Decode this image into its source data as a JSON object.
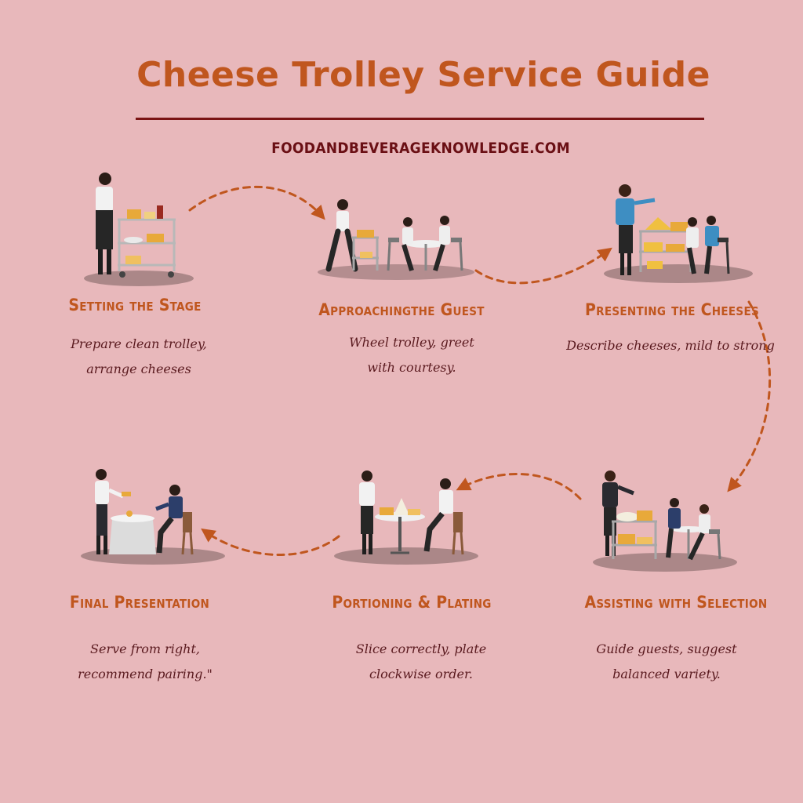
{
  "header": {
    "title": "Cheese Trolley Service Guide",
    "website": "FOODANDBEVERAGEKNOWLEDGE.COM"
  },
  "colors": {
    "background": "#e8b8bb",
    "title": "#c0561e",
    "rule": "#7a1414",
    "website": "#6a0f14",
    "description": "#5a1a1f",
    "arrow": "#c0561e"
  },
  "steps": [
    {
      "title": "Setting the Stage",
      "desc": [
        "Prepare clean trolley,",
        "arrange cheeses"
      ],
      "icon": "trolley-setup-icon"
    },
    {
      "title": "Approachingthe Guest",
      "desc": [
        "Wheel trolley, greet",
        "with courtesy."
      ],
      "icon": "approach-guest-icon"
    },
    {
      "title": "Presenting the Cheeses",
      "desc": [
        "Describe cheeses, mild to strong"
      ],
      "icon": "present-cheeses-icon"
    },
    {
      "title": "Assisting with Selection",
      "desc": [
        "Guide guests, suggest",
        "balanced variety."
      ],
      "icon": "assist-selection-icon"
    },
    {
      "title": "Portioning & Plating",
      "desc": [
        "Slice correctly, plate",
        "clockwise order."
      ],
      "icon": "portion-plating-icon"
    },
    {
      "title": "Final Presentation",
      "desc": [
        "Serve from right,",
        "recommend pairing.\""
      ],
      "icon": "final-presentation-icon"
    }
  ]
}
